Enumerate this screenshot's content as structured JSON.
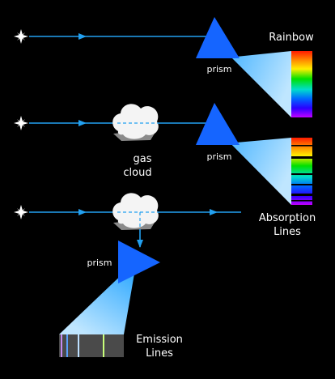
{
  "labels": {
    "rainbow": "Rainbow",
    "prism_top": "prism",
    "prism_mid": "prism",
    "prism_bottom": "prism",
    "gas_cloud_line1": "gas",
    "gas_cloud_line2": "cloud",
    "absorption_line1": "Absorption",
    "absorption_line2": "Lines",
    "emission_line1": "Emission",
    "emission_line2": "Lines"
  },
  "colors": {
    "background": "#000000",
    "ray": "#22a0f0",
    "prism": "#1565ff",
    "text": "#ffffff",
    "cloud": "#f4f4f4",
    "cloud_shadow": "#8a8a8a",
    "emission_background": "#4a4a4a"
  },
  "icons": {
    "light_source": "star-burst-icon",
    "direction_arrow": "arrowhead-icon",
    "gas_cloud": "cloud-icon"
  }
}
